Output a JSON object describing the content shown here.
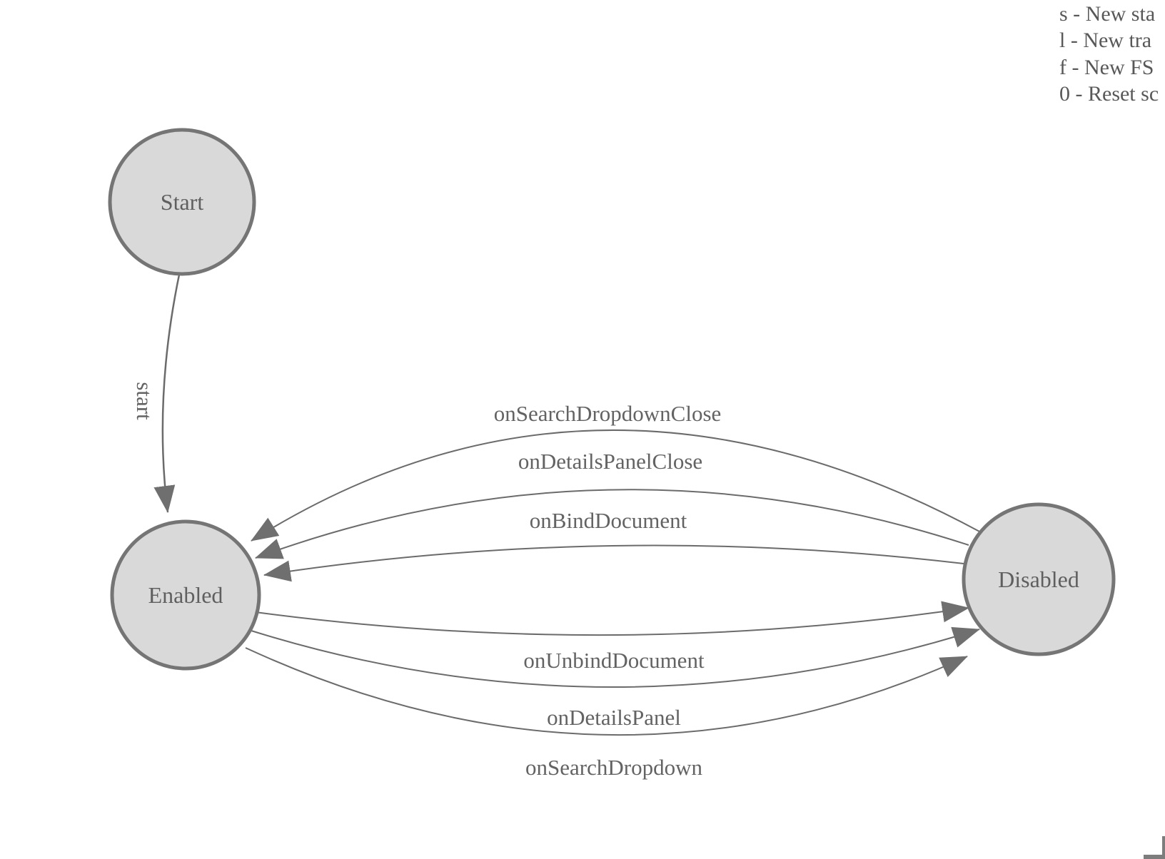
{
  "legend": {
    "lines": [
      "s - New sta",
      "l - New tra",
      "f - New FS",
      "0 - Reset sc"
    ]
  },
  "diagram": {
    "type": "finite-state-machine",
    "nodes": [
      {
        "id": "start",
        "label": "Start"
      },
      {
        "id": "enabled",
        "label": "Enabled"
      },
      {
        "id": "disabled",
        "label": "Disabled"
      }
    ],
    "edges": [
      {
        "from": "Start",
        "to": "Enabled",
        "label": "start"
      },
      {
        "from": "Disabled",
        "to": "Enabled",
        "label": "onSearchDropdownClose"
      },
      {
        "from": "Disabled",
        "to": "Enabled",
        "label": "onDetailsPanelClose"
      },
      {
        "from": "Disabled",
        "to": "Enabled",
        "label": "onBindDocument"
      },
      {
        "from": "Enabled",
        "to": "Disabled",
        "label": "onUnbindDocument"
      },
      {
        "from": "Enabled",
        "to": "Disabled",
        "label": "onDetailsPanel"
      },
      {
        "from": "Enabled",
        "to": "Disabled",
        "label": "onSearchDropdown"
      }
    ]
  },
  "colors": {
    "node_fill": "#d9d9d9",
    "node_stroke": "#757575",
    "edge_stroke": "#6b6b6b",
    "arrow_fill": "#6f6f6f",
    "text": "#5f5f5f",
    "background": "#ffffff"
  }
}
